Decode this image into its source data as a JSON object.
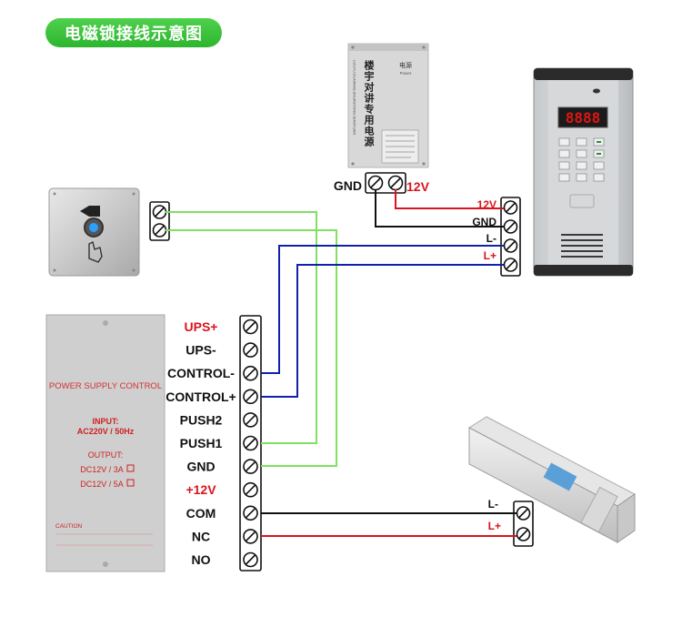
{
  "title": "电磁锁接线示意图",
  "power_supply_box": {
    "vertical_label": "楼宇对讲专用电源",
    "pinyin_label": "LOUYU DUIJIANG ZHUANYONG DIANYUAN",
    "name_label": "电源",
    "name_sub": "Power",
    "terminal_labels": {
      "gnd": "GND",
      "v12": "12V"
    }
  },
  "intercom_panel": {
    "display": "8888",
    "terminals": [
      "12V",
      "GND",
      "L-",
      "L+"
    ]
  },
  "exit_button": {},
  "controller": {
    "heading": "POWER SUPPLY CONTROL",
    "input_label": "INPUT:",
    "input_value": "AC220V / 50Hz",
    "output_label": "OUTPUT:",
    "outputs": [
      "DC12V / 3A",
      "DC12V / 5A"
    ],
    "caution": "CAUTION",
    "terminals": [
      {
        "label": "UPS+",
        "color": "#d9141c"
      },
      {
        "label": "UPS-",
        "color": "#111111"
      },
      {
        "label": "CONTROL-",
        "color": "#111111"
      },
      {
        "label": "CONTROL+",
        "color": "#111111"
      },
      {
        "label": "PUSH2",
        "color": "#111111"
      },
      {
        "label": "PUSH1",
        "color": "#111111"
      },
      {
        "label": "GND",
        "color": "#111111"
      },
      {
        "label": "+12V",
        "color": "#d9141c"
      },
      {
        "label": "COM",
        "color": "#111111"
      },
      {
        "label": "NC",
        "color": "#111111"
      },
      {
        "label": "NO",
        "color": "#111111"
      }
    ]
  },
  "maglock": {
    "terminals": [
      "L-",
      "L+"
    ]
  },
  "colors": {
    "green_wire": "#7fe061",
    "blue_wire": "#1020a8",
    "red_wire": "#d9141c",
    "black_wire": "#111111",
    "title_green": "#2db52f"
  }
}
